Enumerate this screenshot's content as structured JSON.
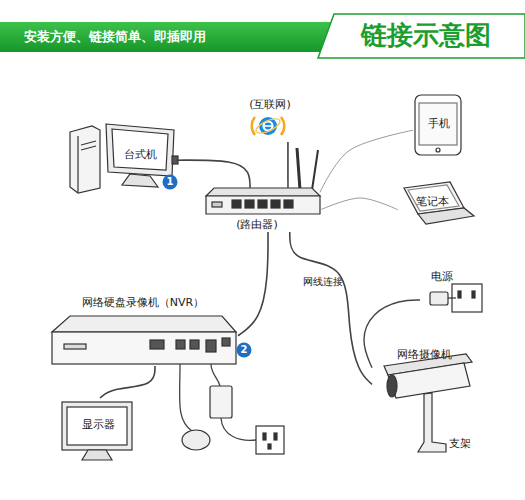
{
  "diagram": {
    "title": "链接示意图",
    "nodes": [
      {
        "text": [
          "(互联网)"
        ]
      },
      {
        "text": [
          "手机"
        ]
      },
      {
        "text": [
          "台式机"
        ]
      },
      {
        "text": [
          "(路由器)"
        ]
      },
      {
        "text": [
          "笔记本"
        ]
      },
      {
        "text": [
          "网络硬盘录像机（NVR）"
        ]
      },
      {
        "text": [
          "电源"
        ]
      },
      {
        "text": [
          "网络摄像机"
        ]
      },
      {
        "text": [
          "显示器"
        ]
      },
      {
        "text": [
          "支架"
        ]
      }
    ],
    "edges": [
      {
        "from": 3,
        "to": 0,
        "arrow": "none"
      },
      {
        "from": 2,
        "to": 3,
        "arrow": "none"
      },
      {
        "from": 3,
        "to": 1,
        "arrow": "none"
      },
      {
        "from": 3,
        "to": 4,
        "arrow": "none"
      },
      {
        "from": 3,
        "to": 5,
        "arrow": "none"
      },
      {
        "from": 3,
        "to": 7,
        "label": "网线连接",
        "arrow": "none"
      },
      {
        "from": 5,
        "to": 8,
        "arrow": "none"
      },
      {
        "from": 7,
        "to": 6,
        "arrow": "none"
      }
    ],
    "labels": [
      "安装方便、链接简单、即插即用",
      "1",
      "2"
    ]
  }
}
